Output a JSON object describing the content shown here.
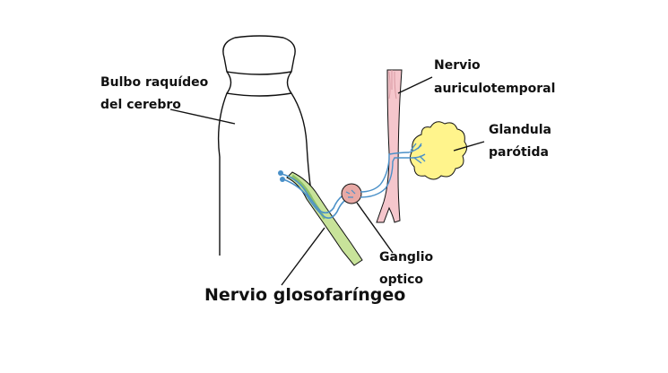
{
  "labels": {
    "medulla_line1": "Bulbo raquídeo",
    "medulla_line2": "del cerebro",
    "auriculotemporal_line1": "Nervio",
    "auriculotemporal_line2": "auriculotemporal",
    "parotid_line1": "Glandula",
    "parotid_line2": "parótida",
    "ganglion_line1": "Ganglio",
    "ganglion_line2": "optico",
    "glossopharyngeal": "Nervio glosofaríngeo"
  },
  "colors": {
    "outline": "#111111",
    "auriculotemporal_nerve": "#f5c6cc",
    "glossopharyngeal_nerve": "#c8e39a",
    "glossopharyngeal_nerve_dark": "#8cc06a",
    "parotid_gland": "#fff48c",
    "otic_ganglion": "#e8a9a5",
    "nerve_fibers": "#4a90c8"
  }
}
